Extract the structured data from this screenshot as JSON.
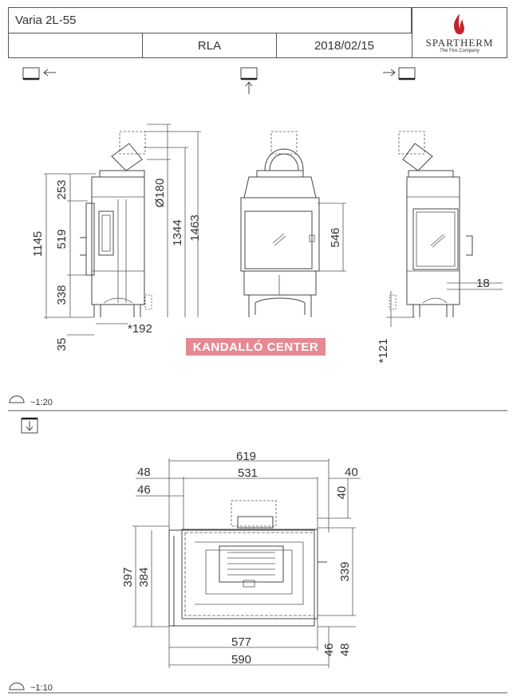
{
  "header": {
    "model": "Varia 2L-55",
    "code": "RLA",
    "date": "2018/02/15",
    "brand": "SPARTHERM",
    "brand_tagline": "The Fire Company"
  },
  "watermark": "KANDALLÓ CENTER",
  "top_section": {
    "scale": "~1:20",
    "dims": [
      "253",
      "519",
      "338",
      "1145",
      "35",
      "Ø180",
      "1344",
      "1463",
      "*192",
      "546",
      "18",
      "*121"
    ]
  },
  "bottom_section": {
    "scale": "~1:10",
    "dims": [
      "619",
      "531",
      "48",
      "46",
      "40",
      "40",
      "397",
      "384",
      "339",
      "577",
      "590",
      "46",
      "48"
    ]
  },
  "colors": {
    "watermark_bg": "#e58a94",
    "flame": "#c8202b",
    "line": "#444444"
  }
}
